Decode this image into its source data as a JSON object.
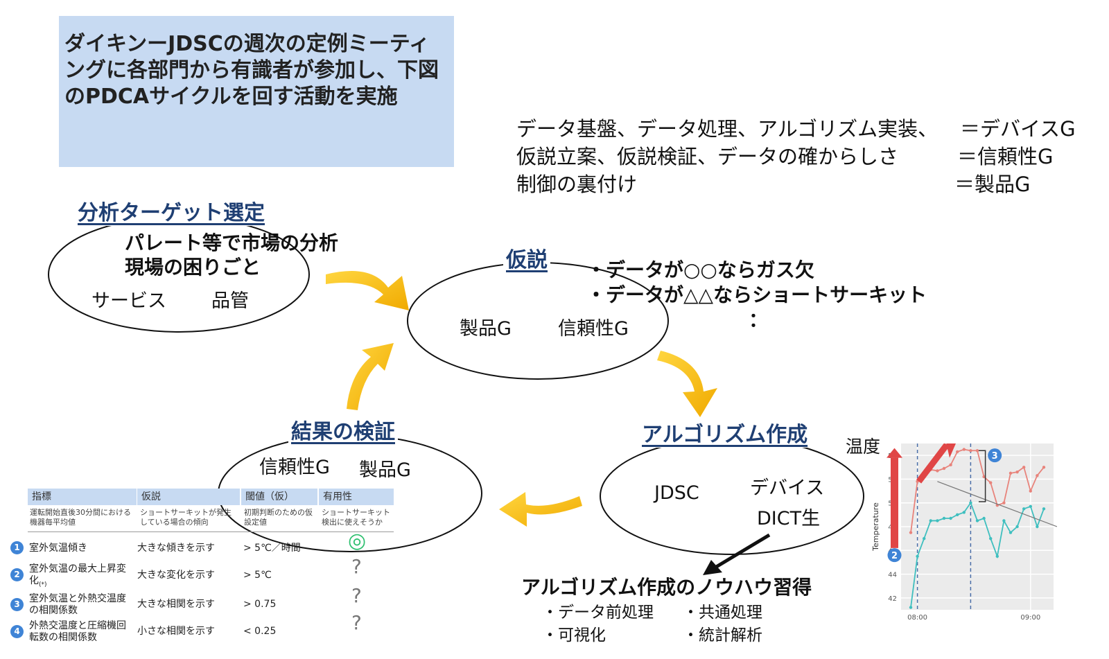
{
  "intro": "ダイキンーJDSCの週次の定例ミーティングに各部門から有識者が参加し、下図のPDCAサイクルを回す活動を実施",
  "groups": [
    {
      "tasks": "データ基盤、データ処理、アルゴリズム実装、",
      "group": "＝デバイスG"
    },
    {
      "tasks": "仮説立案、仮説検証、データの確からしさ",
      "group": "＝信頼性G"
    },
    {
      "tasks": "制御の裏付け",
      "group": "＝製品G"
    }
  ],
  "nodes": {
    "target": {
      "title": "分析ターゲット選定",
      "line1": "パレート等で市場の分析",
      "line2": "現場の困りごと",
      "member1": "サービス",
      "member2": "品管"
    },
    "hypothesis": {
      "title": "仮説",
      "member1": "製品G",
      "member2": "信頼性G",
      "note1": "・データが○○ならガス欠",
      "note2": "・データが△△ならショートサーキット",
      "note3": "："
    },
    "algorithm": {
      "title": "アルゴリズム作成",
      "member1": "JDSC",
      "member2": "デバイス",
      "member3": "DICT生"
    },
    "verify": {
      "title": "結果の検証",
      "member1": "信頼性G",
      "member2": "製品G"
    }
  },
  "knowhow": {
    "title": "アルゴリズム作成のノウハウ習得",
    "items": [
      "・データ前処理",
      "・共通処理",
      "・可視化",
      "・統計解析"
    ]
  },
  "table": {
    "headers": [
      "指標",
      "仮説",
      "閾値（仮）",
      "有用性"
    ],
    "subheaders": [
      "運転開始直後30分間における機器毎平均値",
      "ショートサーキットが発生している場合の傾向",
      "初期判断のための仮設定値",
      "ショートサーキット検出に使えそうか"
    ],
    "rows": [
      {
        "num": "1",
        "metric": "室外気温傾き",
        "sub": "",
        "hypothesis": "大きな傾きを示す",
        "threshold": "> 5℃／時間",
        "usefulness": "◎"
      },
      {
        "num": "2",
        "metric": "室外気温の最大上昇変化",
        "sub": "(*)",
        "hypothesis": "大きな変化を示す",
        "threshold": "> 5℃",
        "usefulness": "?"
      },
      {
        "num": "3",
        "metric": "室外気温と外熱交温度の相関係数",
        "sub": "",
        "hypothesis": "大きな相関を示す",
        "threshold": "> 0.75",
        "usefulness": "?"
      },
      {
        "num": "4",
        "metric": "外熱交温度と圧縮機回転数の相関係数",
        "sub": "",
        "hypothesis": "小さな相関を示す",
        "threshold": "< 0.25",
        "usefulness": "?"
      }
    ]
  },
  "chart_data": {
    "type": "line",
    "title": "温度",
    "ylabel": "Temperature",
    "xlabel": "",
    "ylim": [
      41,
      55
    ],
    "yticks": [
      "42",
      "44",
      "46",
      "48",
      "50",
      "52",
      "54"
    ],
    "xticks": [
      "08:00",
      "09:00"
    ],
    "markers": [
      "1",
      "2",
      "3"
    ],
    "series": [
      {
        "color": "#e8837b",
        "values": [
          47.5,
          51.8,
          52.5,
          52.8,
          52.7,
          52.9,
          53.2,
          54.3,
          54.5,
          54.4,
          54.4,
          52.2,
          51.7,
          49.8,
          50.0,
          52.5,
          52.6,
          53.0,
          51.0,
          52.3,
          53.0
        ]
      },
      {
        "color": "#3fbfbf",
        "values": [
          41.2,
          45.5,
          47.0,
          48.5,
          48.5,
          48.7,
          48.7,
          49.0,
          49.2,
          50.0,
          48.5,
          48.7,
          47.0,
          45.5,
          48.5,
          47.5,
          48.0,
          49.5,
          49.7,
          48.0,
          49.5
        ]
      }
    ]
  },
  "colors": {
    "box": "#c7daf2",
    "title": "#1f3f73",
    "arrow": "#f5b800",
    "table_header": "#c7daf2",
    "badge": "#3f84d6"
  }
}
